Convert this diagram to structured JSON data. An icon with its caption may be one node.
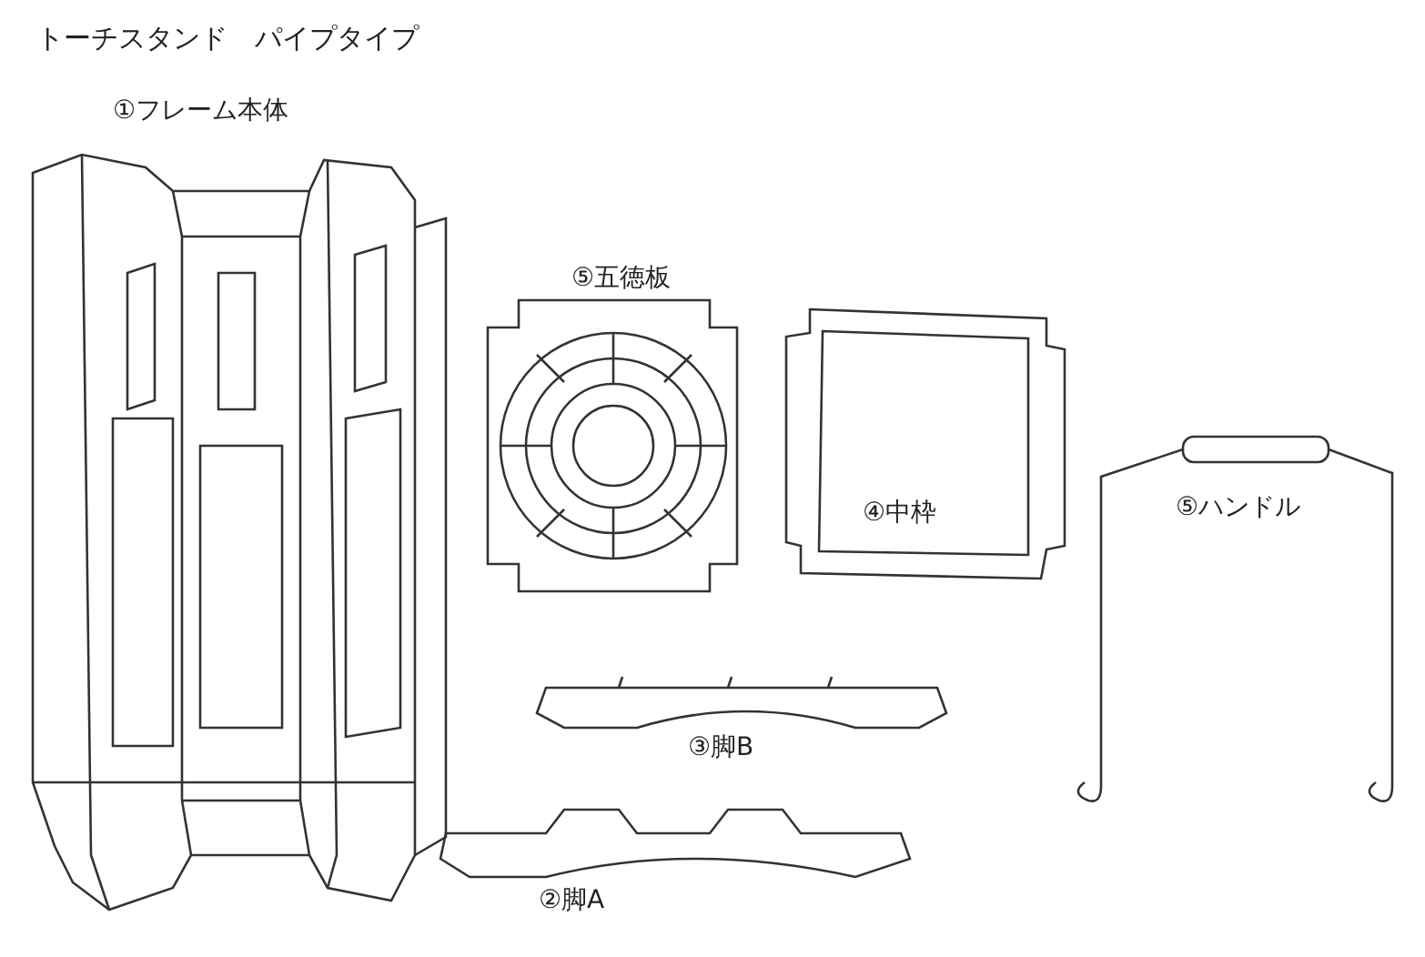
{
  "diagram": {
    "title": "トーチスタンド　パイプタイプ",
    "labels": [
      "①フレーム本体",
      "⑤五徳板",
      "④中枠",
      "⑤ハンドル",
      "③脚B",
      "②脚A"
    ]
  }
}
